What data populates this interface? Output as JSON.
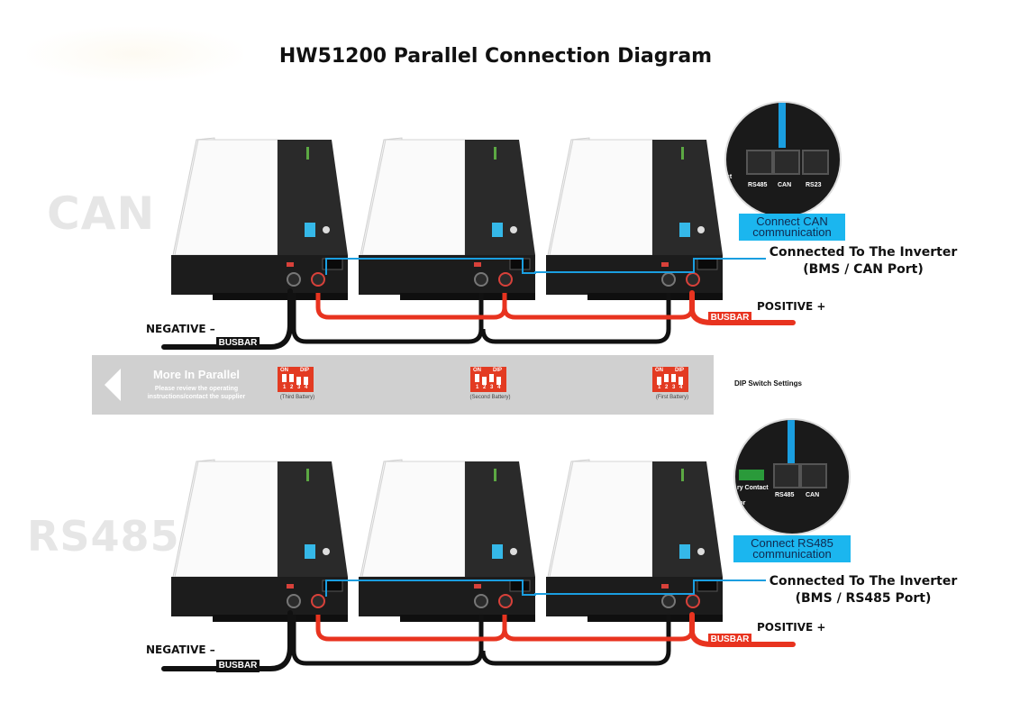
{
  "title": "HW51200 Parallel Connection Diagram",
  "modes": {
    "can": "CAN",
    "rs485": "RS485"
  },
  "callouts": {
    "can_line1": "Connected To The Inverter",
    "can_line2": "(BMS / CAN Port)",
    "rs485_line1": "Connected To The Inverter",
    "rs485_line2": "(BMS / RS485 Port)"
  },
  "terminals": {
    "negative": "NEGATIVE –",
    "positive": "POSITIVE +",
    "busbar": "BUSBAR"
  },
  "comm_boxes": {
    "can_line1": "Connect CAN",
    "can_line2": "communication",
    "rs485_line1": "Connect RS485",
    "rs485_line2": "communication"
  },
  "zoom_can": {
    "port1": "RS485",
    "port2": "CAN",
    "port3": "RS23",
    "partial_left": "ct"
  },
  "zoom_rs485": {
    "port1": "RS485",
    "port2": "CAN",
    "partial_left_1": "ry Contact",
    "partial_left_2": "tor"
  },
  "parallel_band": {
    "title": "More In Parallel",
    "subtitle_line1": "Please review the operating",
    "subtitle_line2": "instructions/contact the supplier",
    "dip_label": "DIP Switch Settings",
    "dip_on": "ON",
    "dip_brand": "DIP",
    "dip_numbers": [
      "1",
      "2",
      "3",
      "4"
    ],
    "switches": [
      {
        "caption": "(Third Battery)"
      },
      {
        "caption": "(Second Battery)"
      },
      {
        "caption": "(First Battery)"
      }
    ]
  },
  "colors": {
    "positive_cable": "#e8331f",
    "negative_cable": "#111111",
    "comm_cable": "#1a9ee0",
    "comm_box": "#1bb6ef",
    "battery_body": "#2a2a2a",
    "band": "#d0d0d0",
    "mode_text": "#e6e6e6"
  }
}
